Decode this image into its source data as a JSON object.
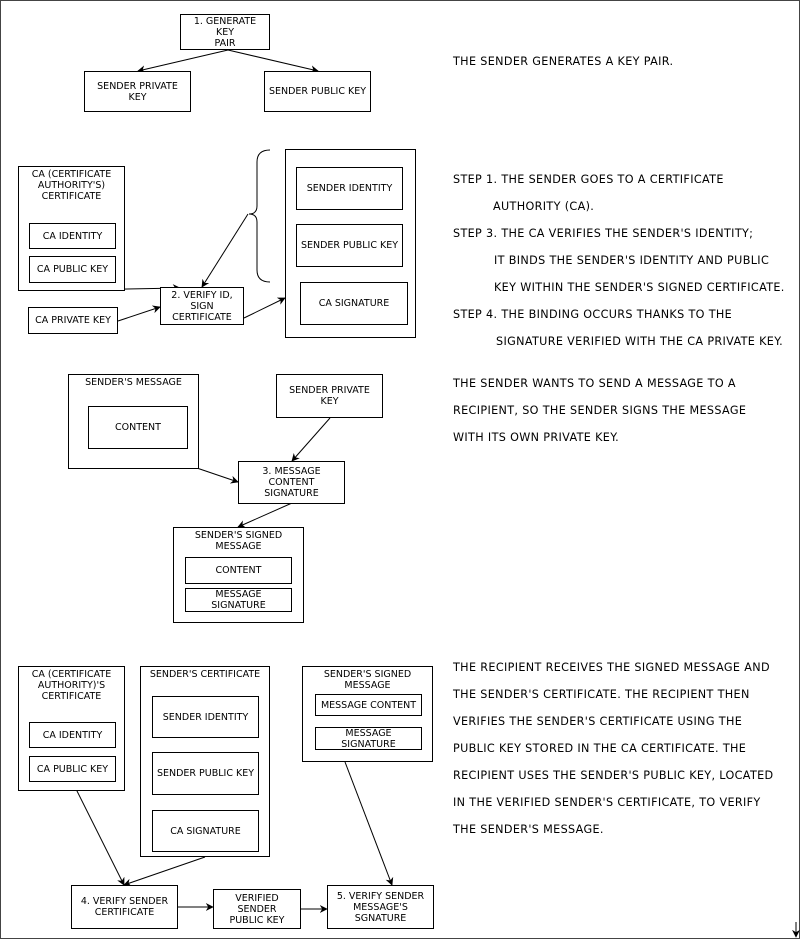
{
  "section_1": {
    "generate_key_pair": "1. GENERATE KEY\nPAIR",
    "sender_private_key": "SENDER PRIVATE KEY",
    "sender_public_key": "SENDER PUBLIC KEY",
    "note": [
      "THE SENDER GENERATES A KEY PAIR."
    ]
  },
  "section_2": {
    "ca_certificate": "CA (CERTIFICATE\nAUTHORITY'S)\nCERTIFICATE",
    "ca_identity": "CA IDENTITY",
    "ca_public_key": "CA PUBLIC KEY",
    "ca_private_key": "CA PRIVATE KEY",
    "verify_sign": "2. VERIFY ID,\nSIGN\nCERTIFICATE",
    "sender_identity": "SENDER IDENTITY",
    "sender_public_key": "SENDER PUBLIC KEY",
    "ca_signature": "CA SIGNATURE",
    "note": [
      "STEP 1. THE SENDER GOES TO A CERTIFICATE",
      "AUTHORITY (CA).",
      "STEP 3. THE CA VERIFIES THE SENDER'S IDENTITY;",
      "IT BINDS THE SENDER'S IDENTITY AND PUBLIC",
      "KEY WITHIN THE SENDER'S SIGNED CERTIFICATE.",
      "STEP 4. THE BINDING OCCURS THANKS TO THE",
      "SIGNATURE VERIFIED WITH THE CA PRIVATE KEY."
    ]
  },
  "section_3": {
    "senders_message": "SENDER'S MESSAGE",
    "content": "CONTENT",
    "sender_private_key": "SENDER PRIVATE KEY",
    "message_content_signature": "3. MESSAGE\nCONTENT SIGNATURE",
    "senders_signed_message": "SENDER'S SIGNED\nMESSAGE",
    "signed_content": "CONTENT",
    "message_signature": "MESSAGE SIGNATURE",
    "note": [
      "THE SENDER WANTS TO SEND A MESSAGE TO A",
      "RECIPIENT, SO THE SENDER SIGNS THE MESSAGE",
      "WITH ITS OWN PRIVATE KEY."
    ]
  },
  "section_4": {
    "ca_certificate": "CA (CERTIFICATE\nAUTHORITY)'S\nCERTIFICATE",
    "ca_identity": "CA IDENTITY",
    "ca_public_key": "CA PUBLIC KEY",
    "senders_certificate": "SENDER'S CERTIFICATE",
    "sender_identity": "SENDER IDENTITY",
    "sender_public_key": "SENDER PUBLIC KEY",
    "ca_signature": "CA SIGNATURE",
    "senders_signed_message": "SENDER'S SIGNED\nMESSAGE",
    "message_content": "MESSAGE CONTENT",
    "message_signature": "MESSAGE SIGNATURE",
    "verify_certificate": "4. VERIFY SENDER\nCERTIFICATE",
    "verified_public_key": "VERIFIED SENDER\nPUBLIC KEY",
    "verify_signature": "5. VERIFY SENDER\nMESSAGE'S\nSGNATURE",
    "note": [
      "THE RECIPIENT RECEIVES THE SIGNED MESSAGE AND",
      "THE SENDER'S CERTIFICATE. THE RECIPIENT THEN",
      "VERIFIES THE SENDER'S CERTIFICATE USING THE",
      "PUBLIC KEY STORED IN THE CA CERTIFICATE. THE",
      "RECIPIENT USES THE SENDER'S PUBLIC KEY, LOCATED",
      "IN THE VERIFIED SENDER'S CERTIFICATE, TO VERIFY",
      "THE SENDER'S MESSAGE."
    ]
  }
}
